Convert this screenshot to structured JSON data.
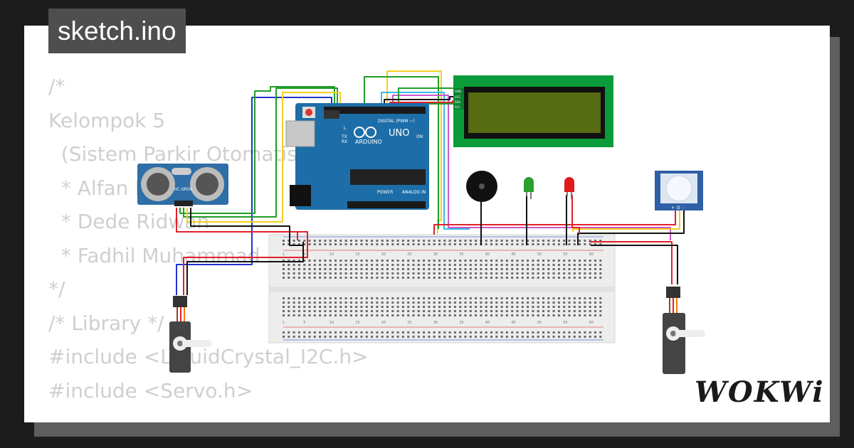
{
  "project": {
    "tab_title": "sketch.ino",
    "brand": "WOKWi"
  },
  "code_lines": [
    "/*",
    "Kelompok 5",
    "  (Sistem Parkir Otomatis",
    "  * Alfan Rosy",
    "  * Dede Ridwan",
    "  * Fadhil Muhammad",
    "*/",
    "",
    "/* Library */",
    "#include <LiquidCrystal_I2C.h>",
    "#include <Servo.h>"
  ],
  "components": {
    "arduino": {
      "board_label": "UNO",
      "brand_label": "ARDUINO",
      "digital_label": "DIGITAL (PWM ~)",
      "power_label": "POWER",
      "analog_label": "ANALOG IN",
      "on_label": "ON",
      "tx_label": "TX",
      "rx_label": "RX",
      "l_label": "L"
    },
    "ultrasonic": {
      "model": "HC-SR04"
    },
    "lcd": {
      "type": "LCD1602 I2C",
      "pins": [
        "GND",
        "VCC",
        "SDA",
        "SCL"
      ]
    },
    "breadboard": {
      "col_labels": [
        "1",
        "5",
        "10",
        "15",
        "20",
        "25",
        "30",
        "35",
        "40",
        "45",
        "50",
        "55",
        "60"
      ]
    },
    "leds": [
      {
        "color": "#2ca02c"
      },
      {
        "color": "#e01a1a"
      }
    ],
    "pir": {
      "pins": [
        "+",
        "D",
        "-"
      ]
    }
  },
  "colors": {
    "background": "#1c1c1c",
    "card": "#ffffff",
    "tab": "#4e4e4e",
    "code_text": "#cfcfcf",
    "arduino_blue": "#1d6ea8",
    "lcd_green": "#0c9b3a",
    "wire_red": "#e0202a",
    "wire_black": "#111111",
    "wire_blue": "#2233cc",
    "wire_green": "#1f9d2a",
    "wire_yellow": "#f0d020",
    "wire_purple": "#cc55cc",
    "wire_cyan": "#33bbee",
    "wire_orange": "#ff7a00"
  }
}
